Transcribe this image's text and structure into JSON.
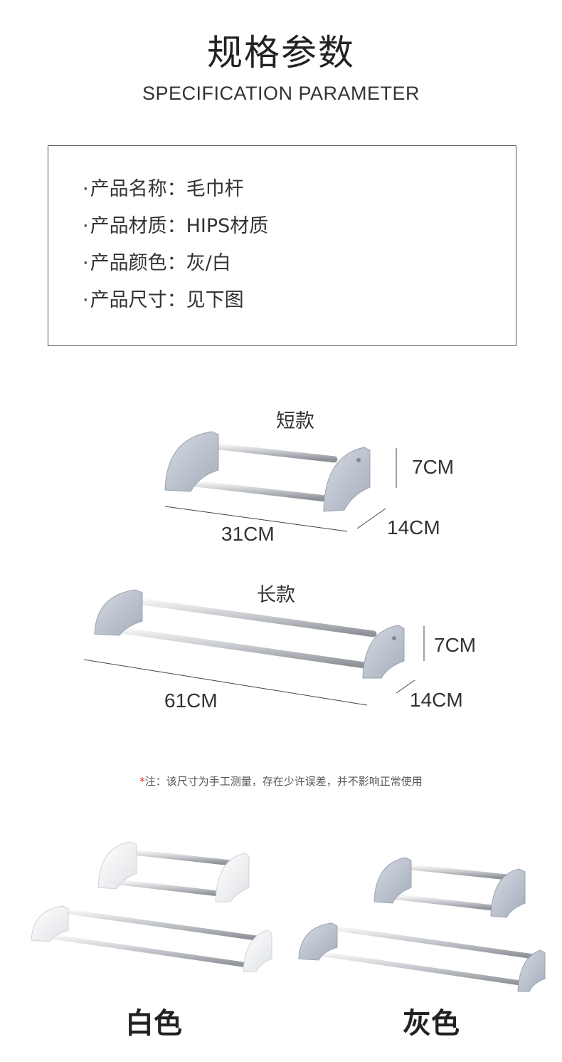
{
  "header": {
    "title_cn": "规格参数",
    "title_en": "SPECIFICATION PARAMETER"
  },
  "specs": [
    {
      "label": "产品名称：",
      "value": "毛巾杆"
    },
    {
      "label": "产品材质：",
      "value": "HIPS材质"
    },
    {
      "label": "产品颜色：",
      "value": "灰/白"
    },
    {
      "label": "产品尺寸：",
      "value": "见下图"
    }
  ],
  "spec_bullet": "·",
  "short_model": {
    "name": "短款",
    "length": "31CM",
    "height": "7CM",
    "depth": "14CM"
  },
  "long_model": {
    "name": "长款",
    "length": "61CM",
    "height": "7CM",
    "depth": "14CM"
  },
  "note": {
    "star": "*",
    "text": "注：该尺寸为手工测量，存在少许误差，并不影响正常使用"
  },
  "colors": {
    "white_label": "白色",
    "gray_label": "灰色",
    "gray_bracket": "#a9b2c0",
    "white_bracket": "#f3f4f6"
  }
}
